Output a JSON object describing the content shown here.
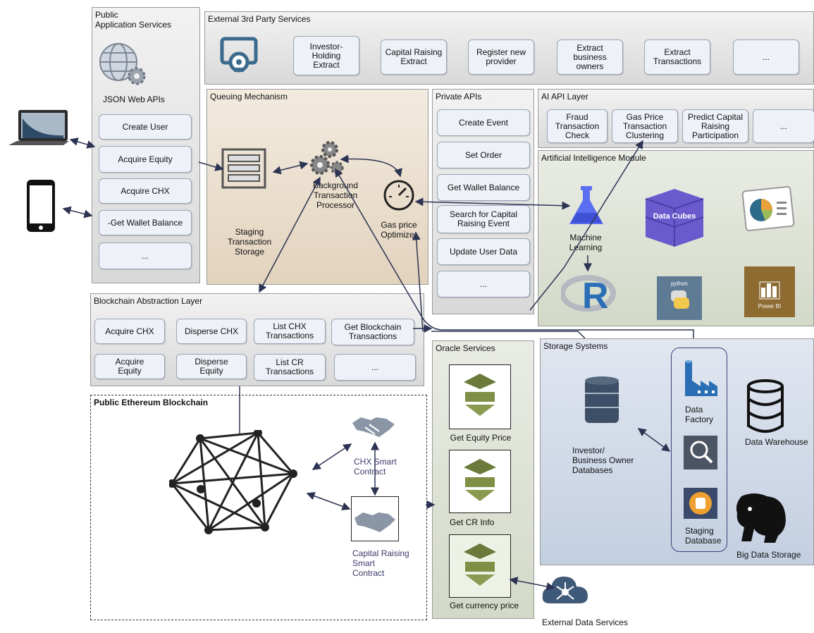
{
  "public_app": {
    "title": "Public\nApplication Services",
    "subtitle": "JSON Web APIs",
    "items": [
      "Create User",
      "Acquire Equity",
      "Acquire CHX",
      "-Get Wallet Balance",
      "..."
    ]
  },
  "external_services": {
    "title": "External 3rd Party Services",
    "items": [
      "Investor-\nHolding\nExtract",
      "Capital Raising\nExtract",
      "Register new\nprovider",
      "Extract\nbusiness\nowners",
      "Extract\nTransactions",
      "..."
    ]
  },
  "queuing": {
    "title": "Queuing Mechanism",
    "staging_label": "Staging\nTransaction\nStorage",
    "processor_label": "Background\nTransaction\nProcessor",
    "gas_label": "Gas price\nOptimizer"
  },
  "private_apis": {
    "title": "Private APIs",
    "items": [
      "Create Event",
      "Set Order",
      "Get Wallet Balance",
      "Search for Capital\nRaising Event",
      "Update User Data",
      "..."
    ]
  },
  "ai_api": {
    "title": "AI API Layer",
    "items": [
      "Fraud\nTransaction\nCheck",
      "Gas Price\nTransaction\nClustering",
      "Predict Capital\nRaising\nParticipation",
      "..."
    ]
  },
  "ai_module": {
    "title": "Artificial Intelligence Module",
    "ml_label": "Machine\nLearning",
    "cubes_label": "Data Cubes",
    "python_label": "python",
    "powerbi_label": "Power BI",
    "r_label": "R"
  },
  "blockchain_layer": {
    "title": "Blockchain Abstraction Layer",
    "items": [
      "Acquire CHX",
      "Disperse CHX",
      "List CHX\nTransactions",
      "Get Blockchain\nTransactions",
      "Acquire\nEquity",
      "Disperse\nEquity",
      "List CR\nTransactions",
      "..."
    ]
  },
  "ethereum": {
    "title": "Public Ethereum Blockchain",
    "chx_contract": "CHX Smart\nContract",
    "cr_contract": "Capital Raising\nSmart\nContract"
  },
  "oracle": {
    "title": "Oracle Services",
    "items": [
      "Get Equity Price",
      "Get CR Info",
      "Get currency price"
    ]
  },
  "storage": {
    "title": "Storage Systems",
    "db_label": "Investor/\nBusiness Owner\nDatabases",
    "factory_label": "Data\nFactory",
    "staging_db_label": "Staging\nDatabase",
    "warehouse_label": "Data Warehouse",
    "bigdata_label": "Big Data Storage"
  },
  "external_data": {
    "label": "External Data Services"
  },
  "colors": {
    "arrow": "#2c3353",
    "button_fill": "#eef1f7",
    "oracle_icon": "#6b7a3a",
    "cubes": "#6a5acd",
    "storage_bg": "#c3cfe1"
  }
}
